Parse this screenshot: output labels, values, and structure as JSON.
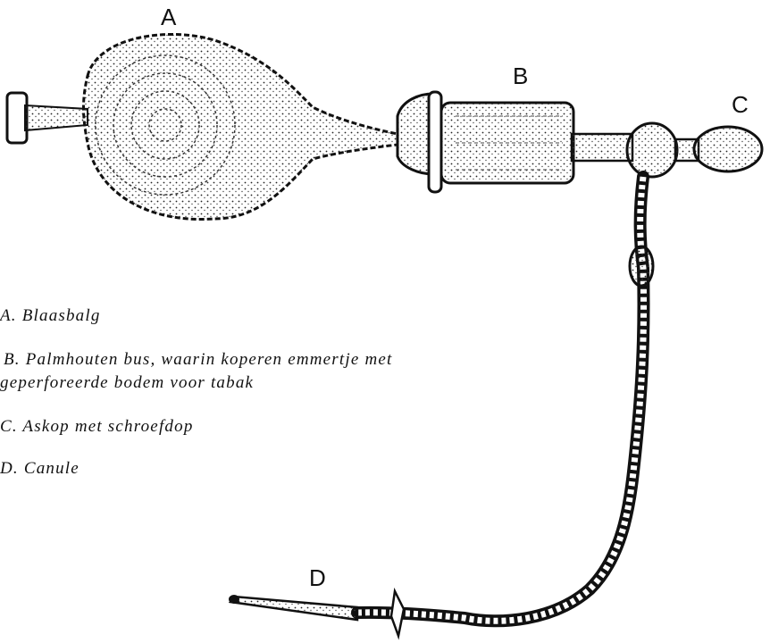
{
  "labels": {
    "a": "A",
    "b": "B",
    "c": "C",
    "d": "D"
  },
  "legend": {
    "a": "A. Blaasbalg",
    "b_line1": "B. Palmhouten bus, waarin koperen emmertje met",
    "b_line2": "geperforeerde bodem voor tabak",
    "c": "C. Askop met schroefdop",
    "d": "D. Canule"
  },
  "colors": {
    "ink": "#111111",
    "paper": "#ffffff"
  }
}
